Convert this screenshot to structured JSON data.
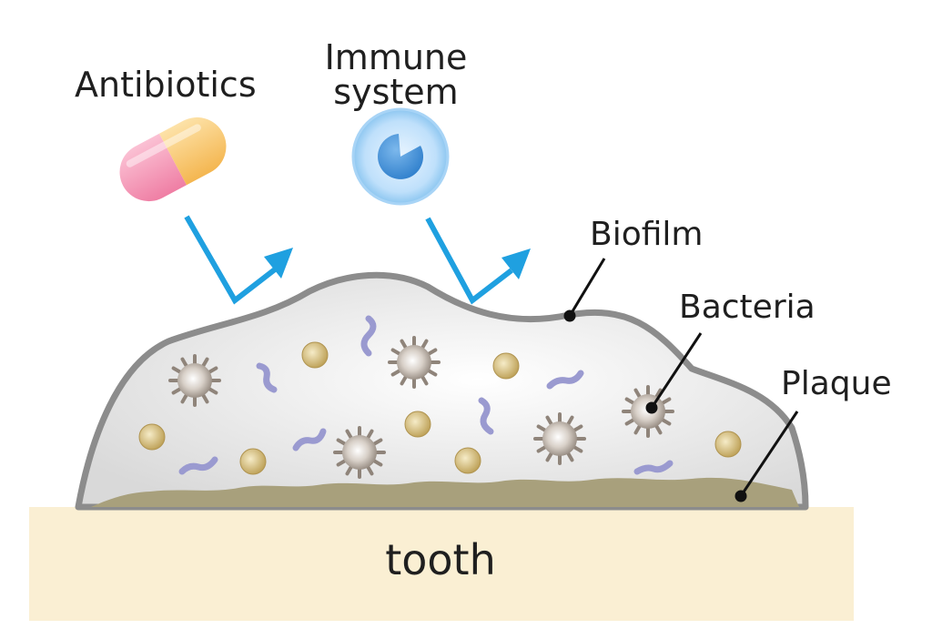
{
  "labels": {
    "antibiotics": "Antibiotics",
    "immune_line1": "Immune",
    "immune_line2": "system",
    "biofilm": "Biofilm",
    "bacteria": "Bacteria",
    "plaque": "Plaque",
    "tooth": "tooth"
  },
  "colors": {
    "arrow": "#1fa0e0",
    "biofilm_outline": "#8c8c8c",
    "plaque": "#a8a07c",
    "tooth": "#faefd3",
    "cocci": "#c7ad6a",
    "spiky_bacteria": "#a49a90",
    "rod_bacteria": "#9a9ad0",
    "pill_pink": "#f590b0",
    "pill_yellow": "#f8c870",
    "immune_cell": "#8cc6f0"
  },
  "icons": {
    "pill": "capsule-icon",
    "immune_cell": "phagocyte-icon"
  }
}
